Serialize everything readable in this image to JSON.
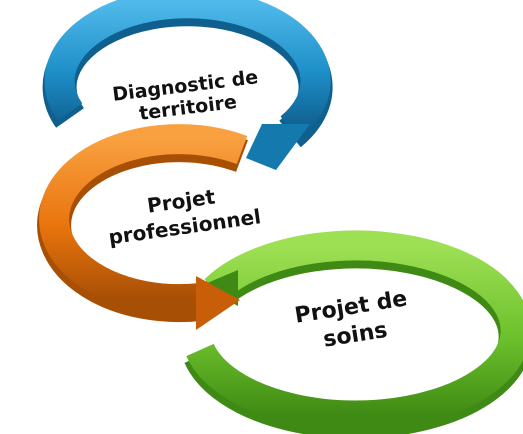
{
  "colors": {
    "blue": "#1e8fc8",
    "blue_dark": "#0f5f8f",
    "orange": "#e8740c",
    "orange_dark": "#a84f06",
    "green": "#6cc02c",
    "green_dark": "#3f8a14",
    "text": "#111111"
  },
  "cycle": [
    {
      "id": "diagnostic",
      "line1": "Diagnostic de",
      "line2": "territoire",
      "color": "blue"
    },
    {
      "id": "projet-pro",
      "line1": "Projet",
      "line2": "professionnel",
      "color": "orange"
    },
    {
      "id": "projet-soins",
      "line1": "Projet de",
      "line2": "soins",
      "color": "green"
    }
  ]
}
